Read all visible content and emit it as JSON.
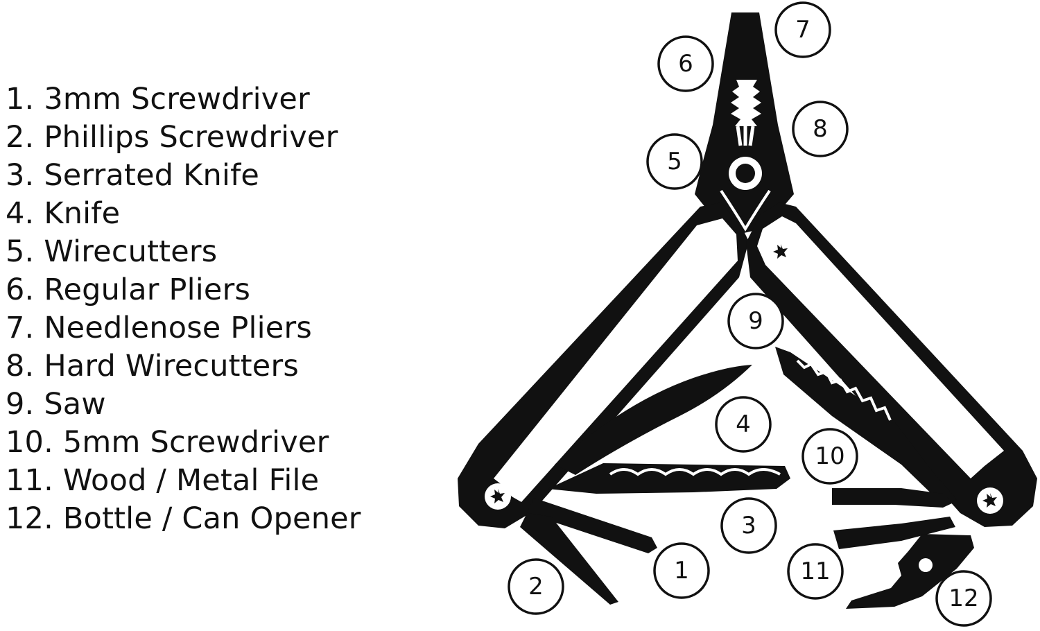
{
  "legend": {
    "items": [
      {
        "number": "1.",
        "label": "3mm Screwdriver"
      },
      {
        "number": "2.",
        "label": "Phillips Screwdriver"
      },
      {
        "number": "3.",
        "label": "Serrated Knife"
      },
      {
        "number": "4.",
        "label": "Knife"
      },
      {
        "number": "5.",
        "label": "Wirecutters"
      },
      {
        "number": "6.",
        "label": "Regular Pliers"
      },
      {
        "number": "7.",
        "label": "Needlenose Pliers"
      },
      {
        "number": "8.",
        "label": "Hard Wirecutters"
      },
      {
        "number": "9.",
        "label": "Saw"
      },
      {
        "number": "10.",
        "label": "5mm Screwdriver"
      },
      {
        "number": "11.",
        "label": "Wood / Metal File"
      },
      {
        "number": "12.",
        "label": "Bottle / Can Opener"
      }
    ]
  },
  "callouts": [
    "1",
    "2",
    "3",
    "4",
    "5",
    "6",
    "7",
    "8",
    "9",
    "10",
    "11",
    "12"
  ],
  "colors": {
    "ink": "#111111",
    "paper": "#ffffff"
  },
  "icons": [
    "multitool-illustration",
    "torx-screw-icon"
  ]
}
